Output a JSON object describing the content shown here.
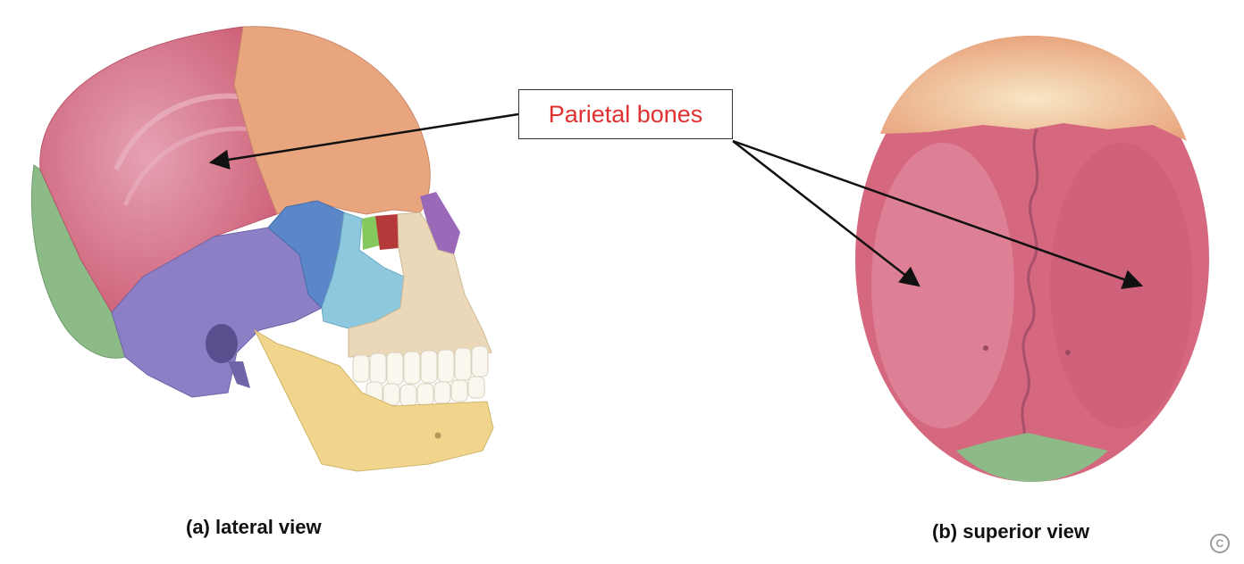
{
  "label": {
    "text": "Parietal bones",
    "color": "#e03030"
  },
  "captions": {
    "lateral": "(a) lateral view",
    "superior": "(b) superior view"
  },
  "copyright_symbol": "C",
  "colors": {
    "parietal": "#d5677e",
    "frontal": "#e8a57e",
    "occipital": "#8dbb88",
    "temporal": "#8c7fc6",
    "sphenoid": "#5b86c8",
    "zygomatic": "#8ec8df",
    "ethmoid": "#86c85e",
    "lacrimal": "#b43a3a",
    "nasal": "#9a6ab8",
    "maxilla": "#ead8b8",
    "mandible": "#f1d58d",
    "teeth": "#faf7ef"
  }
}
